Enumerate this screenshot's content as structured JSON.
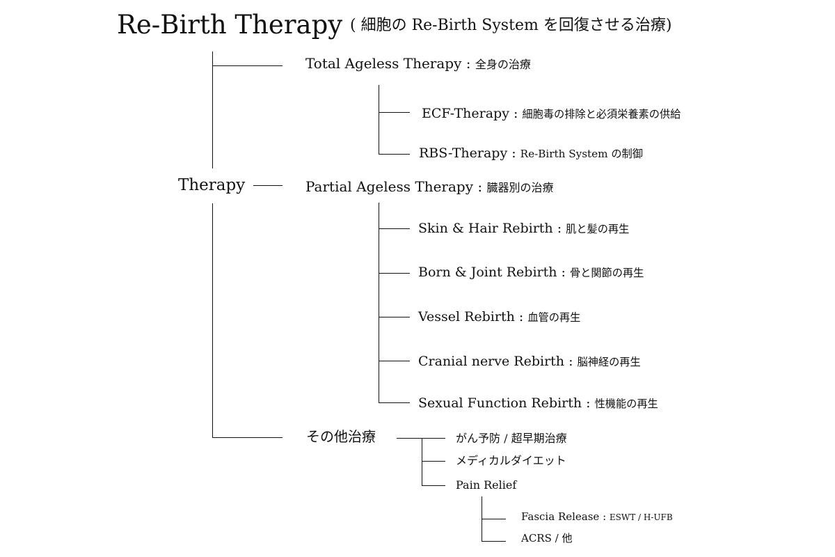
{
  "title": "Re-Birth Therapy",
  "subtitle": "( 細胞の Re-Birth System を回復させる治療)",
  "root": "Therapy",
  "nodes": {
    "total": {
      "name": "Total Ageless Therapy",
      "sep": " : ",
      "desc": "全身の治療"
    },
    "ecf": {
      "name": "ECF-Therapy",
      "sep": " : ",
      "desc": "細胞毒の排除と必須栄養素の供給"
    },
    "rbs": {
      "name": "RBS-Therapy",
      "sep": " : ",
      "desc": "Re-Birth System の制御"
    },
    "partial": {
      "name": "Partial Ageless Therapy",
      "sep": " : ",
      "desc": "臓器別の治療"
    },
    "skin": {
      "name": "Skin & Hair Rebirth",
      "sep": " : ",
      "desc": "肌と髪の再生"
    },
    "born": {
      "name": "Born & Joint Rebirth",
      "sep": " : ",
      "desc": "骨と関節の再生"
    },
    "vessel": {
      "name": "Vessel Rebirth",
      "sep": " : ",
      "desc": "血管の再生"
    },
    "cranial": {
      "name": "Cranial nerve Rebirth",
      "sep": " : ",
      "desc": "脳神経の再生"
    },
    "sexual": {
      "name": "Sexual Function Rebirth",
      "sep": " : ",
      "desc": "性機能の再生"
    },
    "other": {
      "name": "その他治療"
    },
    "cancer": {
      "name": "がん予防 / 超早期治療"
    },
    "diet": {
      "name": "メディカルダイエット"
    },
    "pain": {
      "name": "Pain Relief"
    },
    "fascia": {
      "name": "Fascia Release",
      "sep": " : ",
      "desc": "ESWT / H-UFB"
    },
    "acrs": {
      "name": "ACRS / 他"
    }
  }
}
